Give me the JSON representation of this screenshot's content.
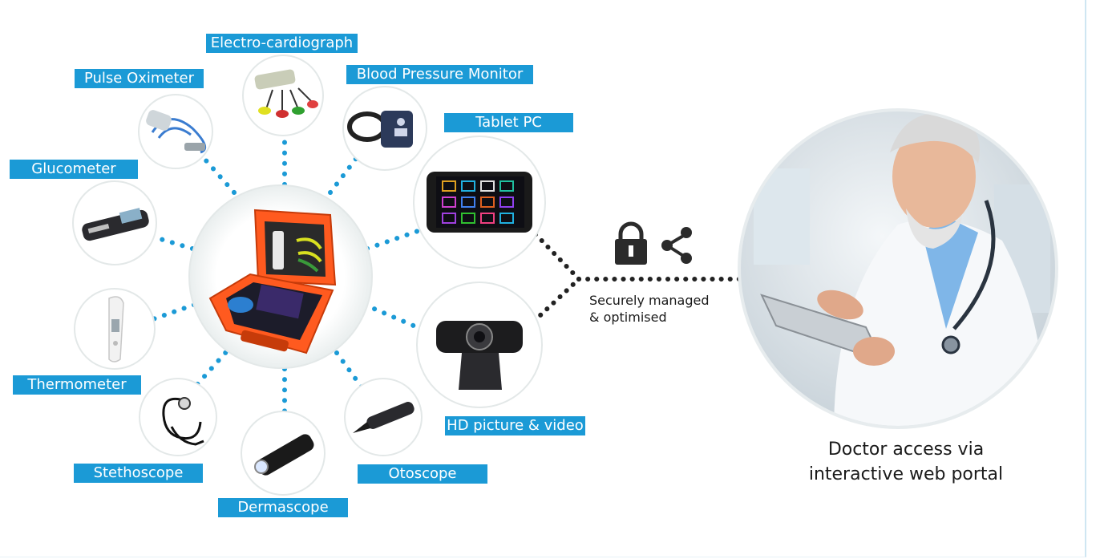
{
  "colors": {
    "label_bg": "#1b9ad6",
    "label_text": "#ffffff",
    "dots": "#1b9ad6",
    "link_dots": "#222222",
    "case_orange": "#ff5a1f",
    "icon_dark": "#2b2b2b"
  },
  "devices": {
    "ecg": "Electro-cardiograph",
    "pulse_oximeter": "Pulse Oximeter",
    "bp_monitor": "Blood Pressure Monitor",
    "tablet": "Tablet PC",
    "glucometer": "Glucometer",
    "thermometer": "Thermometer",
    "stethoscope": "Stethoscope",
    "dermascope": "Dermascope",
    "otoscope": "Otoscope",
    "camera": "HD picture & video"
  },
  "link": {
    "line1": "Securely managed",
    "line2": "& optimised",
    "icons": [
      "padlock-icon",
      "share-icon"
    ]
  },
  "doctor": {
    "line1": "Doctor access via",
    "line2": "interactive web portal"
  }
}
